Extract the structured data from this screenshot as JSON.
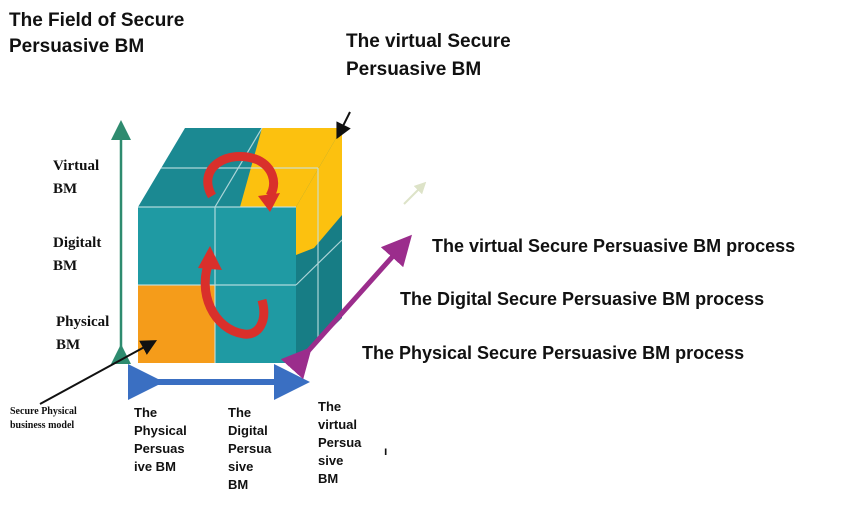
{
  "titles": {
    "field": [
      "The Field of Secure",
      "Persuasive BM"
    ],
    "virtual": [
      "The virtual Secure",
      "Persuasive BM"
    ]
  },
  "levels": {
    "virtual": [
      "Virtual",
      "BM"
    ],
    "digital": [
      "Digitalt",
      "BM"
    ],
    "physical": [
      "Physical",
      "BM"
    ]
  },
  "processes": [
    "The virtual Secure  Persuasive BM process",
    "The Digital Secure Persuasive BM process",
    "The Physical Secure  Persuasive BM process"
  ],
  "secure_physical": [
    "Secure Physical",
    "business model"
  ],
  "columns": {
    "physical": [
      "The",
      "Physical",
      "Persuas",
      "ive BM"
    ],
    "digital": [
      "The",
      "Digital",
      "Persua",
      "sive",
      "BM"
    ],
    "virtual": [
      "The",
      "virtual",
      "Persua",
      "sive",
      "BM"
    ]
  },
  "stray_mark": "ı",
  "colors": {
    "cube_front": "#1f9aa3",
    "cube_top": "#1b8992",
    "cube_side": "#177d85",
    "orange": "#f59c1a",
    "yellow": "#fcc10f",
    "red_arrow": "#d9302b",
    "teal_arrow": "#2e8b6f",
    "blue_arrow": "#3a6fc2",
    "purple_arrow": "#9b2d8c"
  }
}
